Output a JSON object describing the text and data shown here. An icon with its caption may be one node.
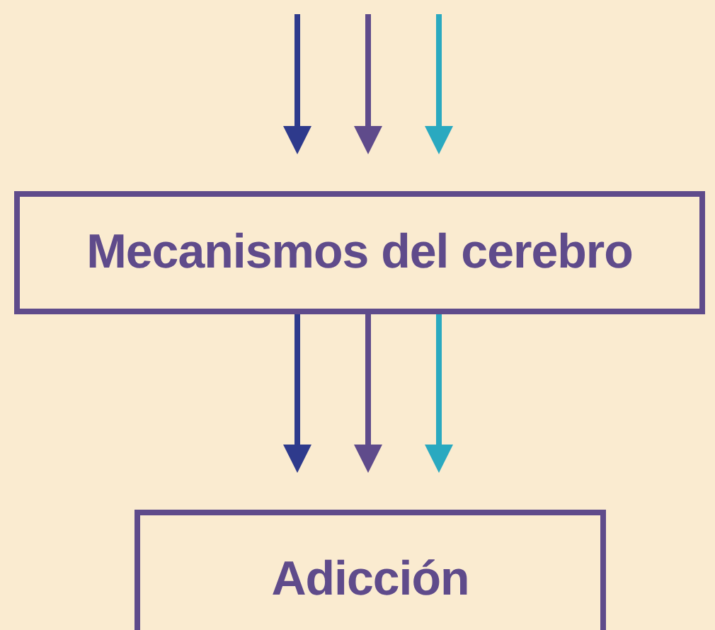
{
  "diagram": {
    "nodes": [
      {
        "text": [
          "Mecanismos del cerebro"
        ]
      },
      {
        "text": [
          "Adicción"
        ]
      }
    ],
    "edges": [
      {
        "from": null,
        "to": 0,
        "arrow": "to",
        "color": "#2e3a8c"
      },
      {
        "from": null,
        "to": 0,
        "arrow": "to",
        "color": "#5f4b8b"
      },
      {
        "from": null,
        "to": 0,
        "arrow": "to",
        "color": "#2aa9c0"
      },
      {
        "from": 0,
        "to": 1,
        "arrow": "to",
        "color": "#2e3a8c"
      },
      {
        "from": 0,
        "to": 1,
        "arrow": "to",
        "color": "#5f4b8b"
      },
      {
        "from": 0,
        "to": 1,
        "arrow": "to",
        "color": "#2aa9c0"
      }
    ]
  }
}
